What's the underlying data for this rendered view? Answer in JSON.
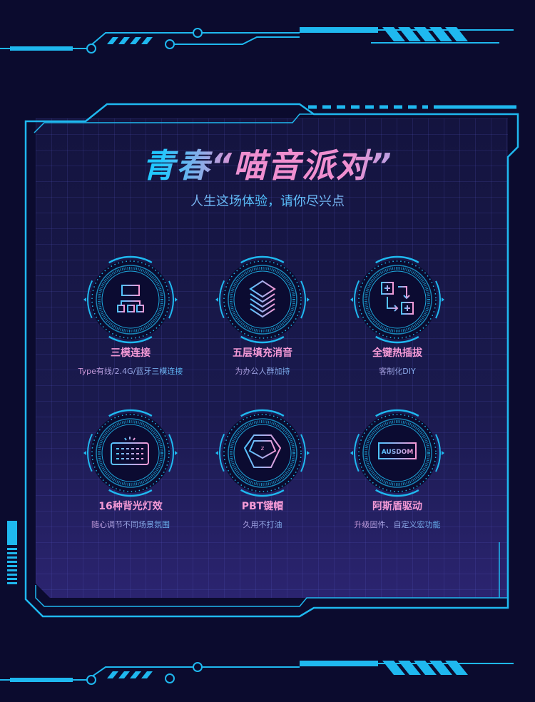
{
  "header": {
    "title": "青春“喵音派对”",
    "subtitle": "人生这场体验，请你尽兴点"
  },
  "features": [
    {
      "icon": "network-icon",
      "title": "三模连接",
      "subtitle": "Type有线/2.4G/蓝牙三模连接"
    },
    {
      "icon": "layers-icon",
      "title": "五层填充消音",
      "subtitle": "为办公人群加持"
    },
    {
      "icon": "hot-swap-icon",
      "title": "全键热插拔",
      "subtitle": "客制化DIY"
    },
    {
      "icon": "keyboard-backlight-icon",
      "title": "16种背光灯效",
      "subtitle": "随心调节不同场景氛围"
    },
    {
      "icon": "keycap-icon",
      "title": "PBT键帽",
      "subtitle": "久用不打油"
    },
    {
      "icon": "ausdom-logo-icon",
      "title": "阿斯盾驱动",
      "subtitle": "升级固件、自定义宏功能",
      "logo_text": "AUSDOM"
    }
  ],
  "colors": {
    "cyan": "#1fb8ef",
    "pink": "#f59ad6",
    "bg": "#0b0b2e"
  }
}
